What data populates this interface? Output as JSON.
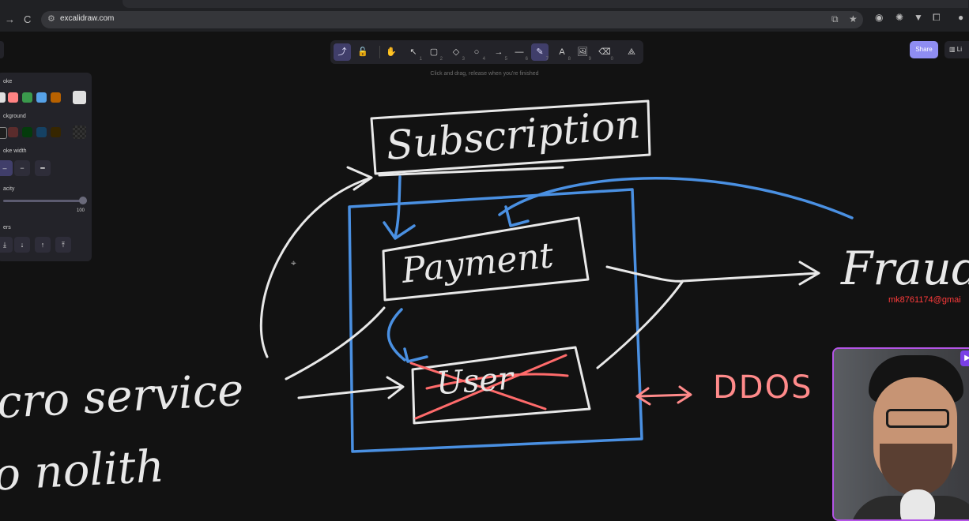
{
  "browser": {
    "url": "excalidraw.com",
    "nav": {
      "back": "→",
      "reload": "C"
    }
  },
  "toolbar": {
    "tools": [
      {
        "name": "lock-tool",
        "glyph": "🔓",
        "key": ""
      },
      {
        "name": "hand-tool",
        "glyph": "✋",
        "key": ""
      },
      {
        "name": "selection-tool",
        "glyph": "↖",
        "key": "1"
      },
      {
        "name": "rectangle-tool",
        "glyph": "▢",
        "key": "2"
      },
      {
        "name": "diamond-tool",
        "glyph": "◇",
        "key": "3"
      },
      {
        "name": "ellipse-tool",
        "glyph": "○",
        "key": "4"
      },
      {
        "name": "arrow-tool",
        "glyph": "→",
        "key": "5"
      },
      {
        "name": "line-tool",
        "glyph": "—",
        "key": "6"
      },
      {
        "name": "draw-tool",
        "glyph": "✎",
        "key": "7"
      },
      {
        "name": "text-tool",
        "glyph": "A",
        "key": "8"
      },
      {
        "name": "image-tool",
        "glyph": "🖼",
        "key": "9"
      },
      {
        "name": "eraser-tool",
        "glyph": "⌫",
        "key": "0"
      },
      {
        "name": "more-tools",
        "glyph": "⟁",
        "key": ""
      }
    ],
    "active_tool": "draw-tool",
    "hint": "Click and drag, release when you're finished"
  },
  "top_right": {
    "share_label": "Share",
    "library_label": "Li"
  },
  "properties": {
    "stroke_label": "oke",
    "background_label": "ckground",
    "stroke_width_label": "oke width",
    "opacity_label": "acity",
    "opacity_value": "100",
    "layers_label": "ers",
    "stroke_colors": [
      "#e0e0e0",
      "#ff8383",
      "#3a994c",
      "#56a2e8",
      "#b76100",
      "#e0e0e0"
    ],
    "background_colors": [
      "#1e1e1e",
      "#5b2c2c",
      "#043b0c",
      "#154163",
      "#362600"
    ]
  },
  "drawing": {
    "subscription": "Subscription",
    "payment": "Payment",
    "user": "User",
    "fraud": "Fraud",
    "microservice": "cro service",
    "monolith": "o nolith",
    "ddos": "DDOS",
    "email": "mk8761174@gmai"
  },
  "colors": {
    "canvas": "#121212",
    "stroke_white": "#e8e8e8",
    "stroke_blue": "#4a90e2",
    "stroke_red": "#ff6b6b",
    "accent": "#8f8df2"
  }
}
